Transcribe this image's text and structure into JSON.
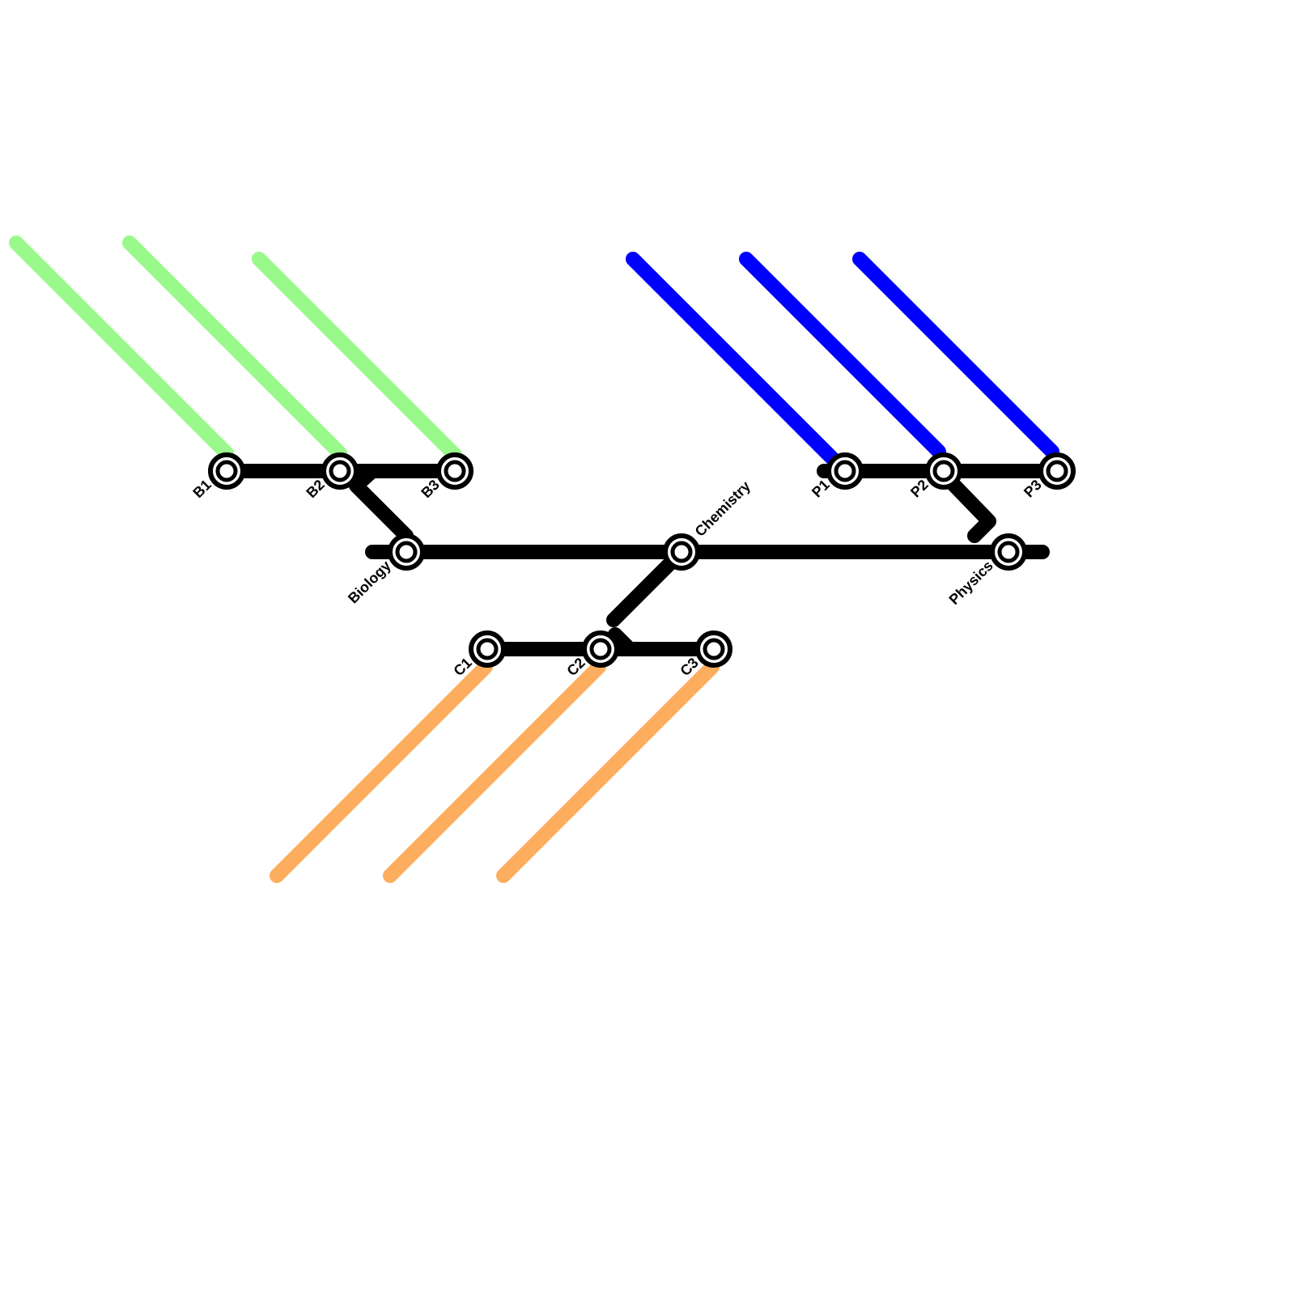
{
  "colors": {
    "background": "#ffffff",
    "trunk": "#000000",
    "biology_branch": "#99f98a",
    "physics_branch": "#0000ff",
    "chemistry_branch": "#fcae5e"
  },
  "stations": {
    "b1": "B1",
    "b2": "B2",
    "b3": "B3",
    "biology": "Biology",
    "chemistry": "Chemistry",
    "physics": "Physics",
    "p1": "P1",
    "p2": "P2",
    "p3": "P3",
    "c1": "C1",
    "c2": "C2",
    "c3": "C3"
  }
}
